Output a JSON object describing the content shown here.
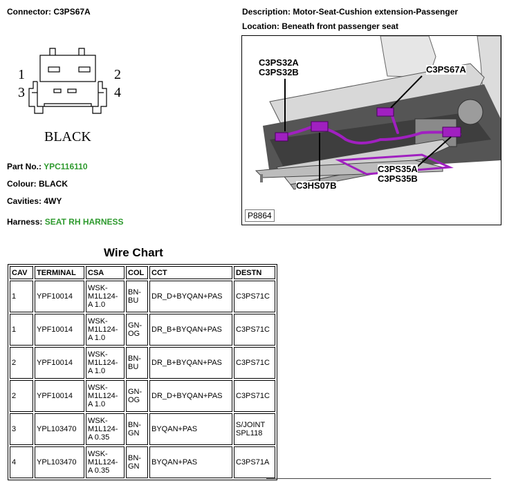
{
  "connector": {
    "label": "Connector: ",
    "value": "C3PS67A"
  },
  "description": {
    "label": "Description: ",
    "value": "Motor-Seat-Cushion extension-Passenger"
  },
  "location": {
    "label": "Location: ",
    "value": "Beneath front passenger seat"
  },
  "pin_diagram": {
    "pins": [
      "1",
      "2",
      "3",
      "4"
    ],
    "colour_text": "BLACK"
  },
  "details": {
    "part_no_label": "Part No.: ",
    "part_no": "YPC116110",
    "colour_label": "Colour: ",
    "colour": "BLACK",
    "cavities_label": "Cavities: ",
    "cavities": "4WY",
    "harness_label": "Harness: ",
    "harness": "SEAT RH HARNESS",
    "link_color": "#2e9a2e"
  },
  "photo": {
    "callouts": {
      "c3ps32": "C3PS32A\nC3PS32B",
      "c3ps67": "C3PS67A",
      "c3ps35": "C3PS35A\nC3PS35B",
      "c3hs07": "C3HS07B"
    },
    "id": "P8864",
    "highlight_color": "#a020c0"
  },
  "wire_chart": {
    "title": "Wire Chart",
    "headers": [
      "CAV",
      "TERMINAL",
      "CSA",
      "COL",
      "CCT",
      "DESTN"
    ],
    "rows": [
      [
        "1",
        "YPF10014",
        "WSK-\nM1L124-\nA 1.0",
        "BN-\nBU",
        "DR_D+BYQAN+PAS",
        "C3PS71C"
      ],
      [
        "1",
        "YPF10014",
        "WSK-\nM1L124-\nA 1.0",
        "GN-\nOG",
        "DR_B+BYQAN+PAS",
        "C3PS71C"
      ],
      [
        "2",
        "YPF10014",
        "WSK-\nM1L124-\nA 1.0",
        "BN-\nBU",
        "DR_B+BYQAN+PAS",
        "C3PS71C"
      ],
      [
        "2",
        "YPF10014",
        "WSK-\nM1L124-\nA 1.0",
        "GN-\nOG",
        "DR_D+BYQAN+PAS",
        "C3PS71C"
      ],
      [
        "3",
        "YPL103470",
        "WSK-\nM1L124-\nA 0.35",
        "BN-\nGN",
        "BYQAN+PAS",
        "S/JOINT\nSPL118"
      ],
      [
        "4",
        "YPL103470",
        "WSK-\nM1L124-\nA 0.35",
        "BN-\nGN",
        "BYQAN+PAS",
        "C3PS71A"
      ]
    ]
  }
}
